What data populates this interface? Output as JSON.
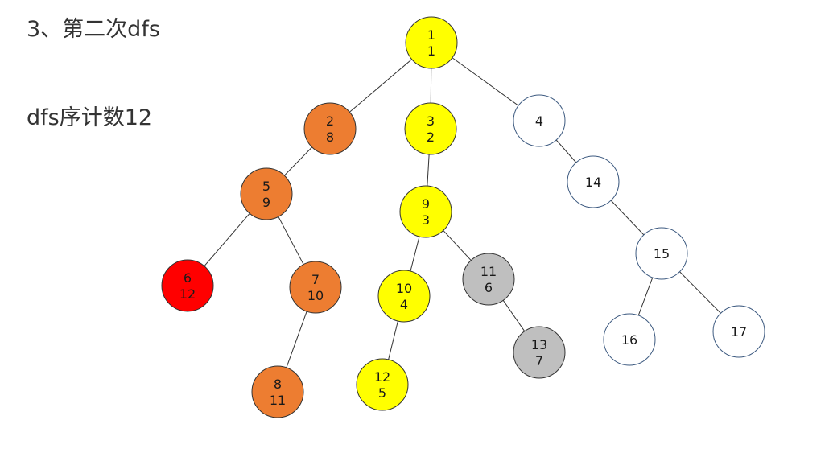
{
  "heading": "3、第二次dfs",
  "counter_text": "dfs序计数12",
  "colors": {
    "yellow": "#ffff00",
    "orange": "#ed7d31",
    "red": "#ff0000",
    "gray": "#bfbfbf",
    "white": "#ffffff"
  },
  "nodes": [
    {
      "id": "1",
      "lines": [
        "1",
        "1"
      ],
      "color": "yellow"
    },
    {
      "id": "2",
      "lines": [
        "2",
        "8"
      ],
      "color": "orange"
    },
    {
      "id": "3",
      "lines": [
        "3",
        "2"
      ],
      "color": "yellow"
    },
    {
      "id": "4",
      "lines": [
        "4"
      ],
      "color": "white"
    },
    {
      "id": "5",
      "lines": [
        "5",
        "9"
      ],
      "color": "orange"
    },
    {
      "id": "9",
      "lines": [
        "9",
        "3"
      ],
      "color": "yellow"
    },
    {
      "id": "14",
      "lines": [
        "14"
      ],
      "color": "white"
    },
    {
      "id": "6",
      "lines": [
        "6",
        "12"
      ],
      "color": "red"
    },
    {
      "id": "7",
      "lines": [
        "7",
        "10"
      ],
      "color": "orange"
    },
    {
      "id": "10",
      "lines": [
        "10",
        "4"
      ],
      "color": "yellow"
    },
    {
      "id": "11",
      "lines": [
        "11",
        "6"
      ],
      "color": "gray"
    },
    {
      "id": "15",
      "lines": [
        "15"
      ],
      "color": "white"
    },
    {
      "id": "8",
      "lines": [
        "8",
        "11"
      ],
      "color": "orange"
    },
    {
      "id": "12",
      "lines": [
        "12",
        "5"
      ],
      "color": "yellow"
    },
    {
      "id": "13",
      "lines": [
        "13",
        "7"
      ],
      "color": "gray"
    },
    {
      "id": "16",
      "lines": [
        "16"
      ],
      "color": "white"
    },
    {
      "id": "17",
      "lines": [
        "17"
      ],
      "color": "white"
    }
  ],
  "edges": [
    [
      "1",
      "2"
    ],
    [
      "1",
      "3"
    ],
    [
      "1",
      "4"
    ],
    [
      "2",
      "5"
    ],
    [
      "5",
      "6"
    ],
    [
      "5",
      "7"
    ],
    [
      "7",
      "8"
    ],
    [
      "3",
      "9"
    ],
    [
      "9",
      "10"
    ],
    [
      "9",
      "11"
    ],
    [
      "10",
      "12"
    ],
    [
      "11",
      "13"
    ],
    [
      "4",
      "14"
    ],
    [
      "14",
      "15"
    ],
    [
      "15",
      "16"
    ],
    [
      "15",
      "17"
    ]
  ]
}
